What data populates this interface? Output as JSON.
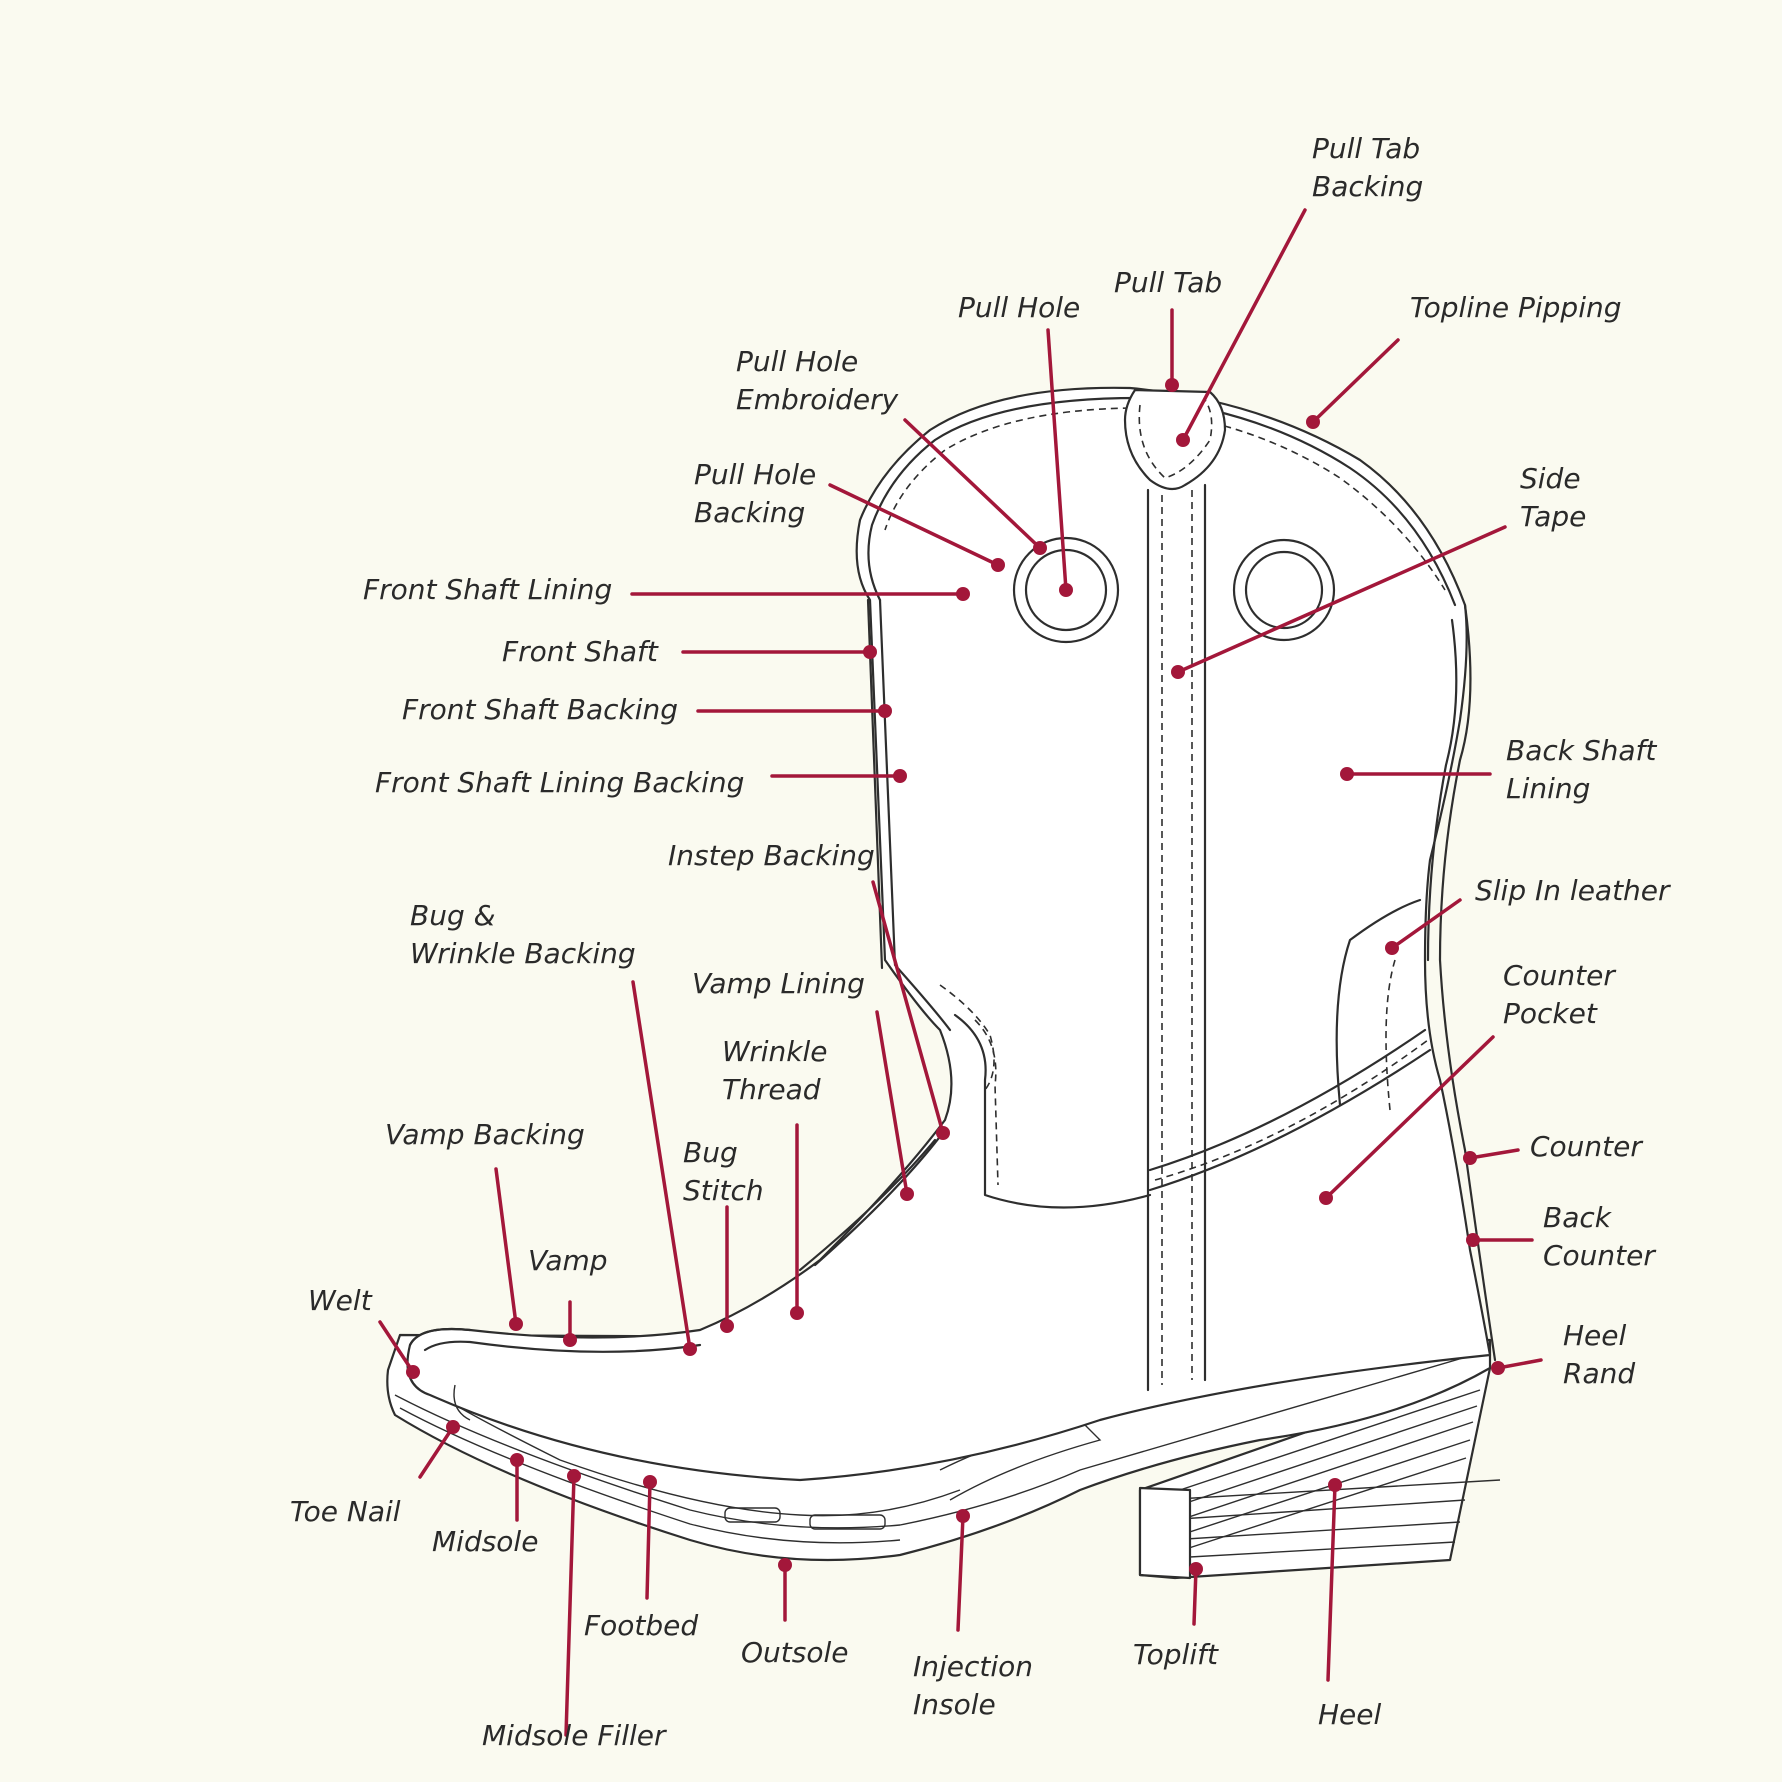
{
  "colors": {
    "background": "#fafaf0",
    "leader": "#a3173a",
    "outline": "#2e2e2e",
    "text": "#2a2a2a"
  },
  "labels": {
    "pull_tab_backing": [
      "Pull Tab",
      "Backing"
    ],
    "pull_tab": [
      "Pull Tab"
    ],
    "topline_pipping": [
      "Topline Pipping"
    ],
    "pull_hole": [
      "Pull Hole"
    ],
    "pull_hole_embroidery": [
      "Pull Hole",
      "Embroidery"
    ],
    "pull_hole_backing": [
      "Pull Hole",
      "Backing"
    ],
    "side_tape": [
      "Side",
      "Tape"
    ],
    "front_shaft_lining": [
      "Front Shaft Lining"
    ],
    "front_shaft": [
      "Front Shaft"
    ],
    "front_shaft_backing": [
      "Front Shaft Backing"
    ],
    "front_shaft_lining_backing": [
      "Front Shaft Lining Backing"
    ],
    "back_shaft_lining": [
      "Back Shaft",
      "Lining"
    ],
    "instep_backing": [
      "Instep Backing"
    ],
    "slip_in_leather": [
      "Slip In leather"
    ],
    "bug_wrinkle_backing": [
      "Bug &",
      "Wrinkle Backing"
    ],
    "counter_pocket": [
      "Counter",
      "Pocket"
    ],
    "vamp_lining": [
      "Vamp  Lining"
    ],
    "wrinkle_thread": [
      "Wrinkle",
      "Thread"
    ],
    "counter": [
      "Counter"
    ],
    "vamp_backing": [
      "Vamp Backing"
    ],
    "bug_stitch": [
      "Bug",
      "Stitch"
    ],
    "back_counter": [
      "Back",
      "Counter"
    ],
    "vamp": [
      "Vamp"
    ],
    "welt": [
      "Welt"
    ],
    "heel_rand": [
      "Heel",
      "Rand"
    ],
    "toe_nail": [
      "Toe Nail"
    ],
    "midsole": [
      "Midsole"
    ],
    "footbed": [
      "Footbed"
    ],
    "outsole": [
      "Outsole"
    ],
    "injection_insole": [
      "Injection",
      "Insole"
    ],
    "toplift": [
      "Toplift"
    ],
    "heel": [
      "Heel"
    ],
    "midsole_filler": [
      "Midsole Filler"
    ]
  }
}
